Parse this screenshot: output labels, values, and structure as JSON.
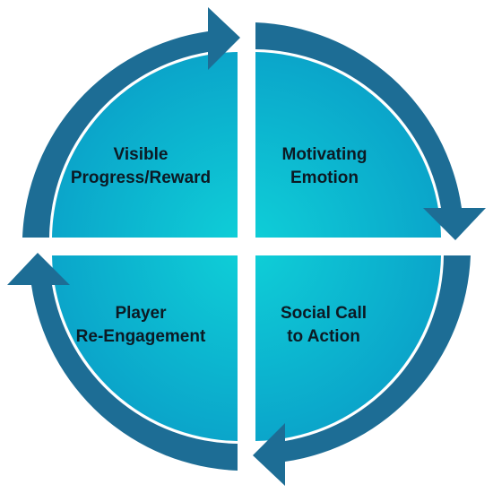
{
  "diagram": {
    "type": "cycle",
    "colors": {
      "ring": "#1d6d95",
      "quadrant_center": "#0fd0d8",
      "quadrant_edge": "#0a9fc8",
      "label_text": "#0c1a24",
      "background": "#ffffff"
    },
    "quadrants": [
      {
        "id": "top-left",
        "lines": [
          "Visible",
          "Progress/Reward"
        ]
      },
      {
        "id": "top-right",
        "lines": [
          "Motivating",
          "Emotion"
        ]
      },
      {
        "id": "bottom-right",
        "lines": [
          "Social Call",
          "to Action"
        ]
      },
      {
        "id": "bottom-left",
        "lines": [
          "Player",
          "Re-Engagement"
        ]
      }
    ],
    "arrows": [
      {
        "from": "top-left",
        "to": "top-right",
        "icon": "arrow-right-icon"
      },
      {
        "from": "top-right",
        "to": "bottom-right",
        "icon": "arrow-down-icon"
      },
      {
        "from": "bottom-right",
        "to": "bottom-left",
        "icon": "arrow-left-icon"
      },
      {
        "from": "bottom-left",
        "to": "top-left",
        "icon": "arrow-up-icon"
      }
    ]
  }
}
